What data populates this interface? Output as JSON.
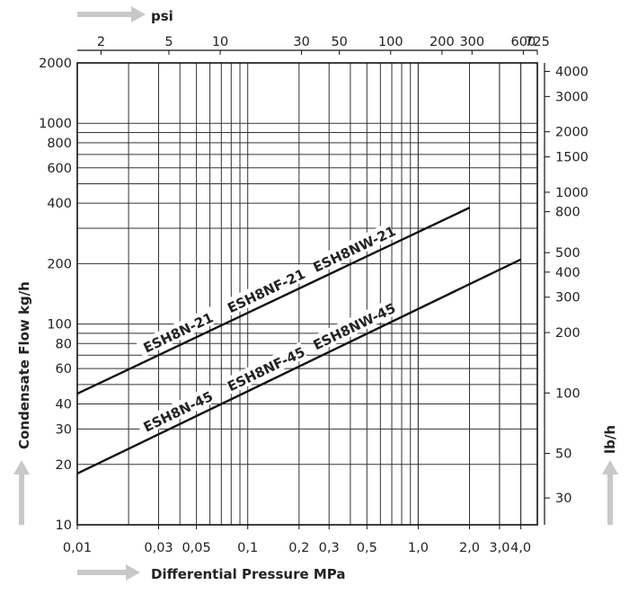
{
  "chart_data": {
    "type": "line",
    "scale": "log-log",
    "grid": true,
    "x_axis": {
      "label": "Differential Pressure MPa",
      "unit": "MPa",
      "range": [
        0.01,
        5.0
      ],
      "ticks": [
        {
          "value": 0.01,
          "label": "0,01"
        },
        {
          "value": 0.03,
          "label": "0,03"
        },
        {
          "value": 0.05,
          "label": "0,05"
        },
        {
          "value": 0.1,
          "label": "0,1"
        },
        {
          "value": 0.2,
          "label": "0,2"
        },
        {
          "value": 0.3,
          "label": "0,3"
        },
        {
          "value": 0.5,
          "label": "0,5"
        },
        {
          "value": 1.0,
          "label": "1,0"
        },
        {
          "value": 2.0,
          "label": "2,0"
        },
        {
          "value": 3.0,
          "label": "3,0"
        },
        {
          "value": 4.0,
          "label": "4,0"
        }
      ]
    },
    "x2_axis": {
      "label": "psi",
      "unit": "psi",
      "ticks": [
        {
          "value": 2,
          "label": "2"
        },
        {
          "value": 5,
          "label": "5"
        },
        {
          "value": 10,
          "label": "10"
        },
        {
          "value": 30,
          "label": "30"
        },
        {
          "value": 50,
          "label": "50"
        },
        {
          "value": 100,
          "label": "100"
        },
        {
          "value": 200,
          "label": "200"
        },
        {
          "value": 300,
          "label": "300"
        },
        {
          "value": 600,
          "label": "600"
        },
        {
          "value": 725,
          "label": "725"
        }
      ]
    },
    "y_axis": {
      "label": "Condensate Flow kg/h",
      "unit": "kg/h",
      "range": [
        10,
        2000
      ],
      "ticks": [
        {
          "value": 10,
          "label": "10"
        },
        {
          "value": 20,
          "label": "20"
        },
        {
          "value": 30,
          "label": "30"
        },
        {
          "value": 40,
          "label": "40"
        },
        {
          "value": 60,
          "label": "60"
        },
        {
          "value": 80,
          "label": "80"
        },
        {
          "value": 100,
          "label": "100"
        },
        {
          "value": 200,
          "label": "200"
        },
        {
          "value": 400,
          "label": "400"
        },
        {
          "value": 600,
          "label": "600"
        },
        {
          "value": 800,
          "label": "800"
        },
        {
          "value": 1000,
          "label": "1000"
        },
        {
          "value": 2000,
          "label": "2000"
        }
      ]
    },
    "y2_axis": {
      "label": "lb/h",
      "unit": "lb/h",
      "ticks": [
        {
          "value": 30,
          "label": "30"
        },
        {
          "value": 50,
          "label": "50"
        },
        {
          "value": 100,
          "label": "100"
        },
        {
          "value": 200,
          "label": "200"
        },
        {
          "value": 300,
          "label": "300"
        },
        {
          "value": 400,
          "label": "400"
        },
        {
          "value": 500,
          "label": "500"
        },
        {
          "value": 800,
          "label": "800"
        },
        {
          "value": 1000,
          "label": "1000"
        },
        {
          "value": 1500,
          "label": "1500"
        },
        {
          "value": 2000,
          "label": "2000"
        },
        {
          "value": 3000,
          "label": "3000"
        },
        {
          "value": 4000,
          "label": "4000"
        }
      ]
    },
    "series": [
      {
        "labels": [
          "ESH8N-21",
          "ESH8NF-21",
          "ESH8NW-21"
        ],
        "points": [
          {
            "x": 0.01,
            "y": 45
          },
          {
            "x": 2.0,
            "y": 380
          }
        ]
      },
      {
        "labels": [
          "ESH8N-45",
          "ESH8NF-45",
          "ESH8NW-45"
        ],
        "points": [
          {
            "x": 0.01,
            "y": 18
          },
          {
            "x": 4.0,
            "y": 210
          }
        ]
      }
    ]
  }
}
